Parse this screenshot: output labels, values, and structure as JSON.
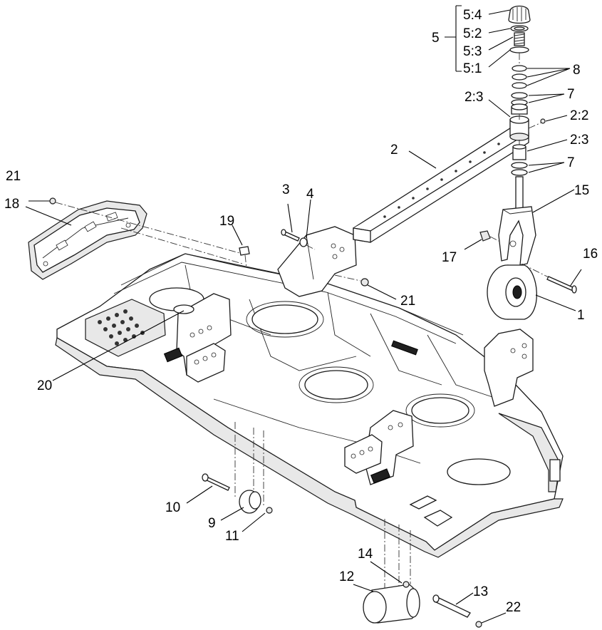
{
  "callouts": {
    "c5_4": "5:4",
    "c5_2": "5:2",
    "c5_3": "5:3",
    "c5_1": "5:1",
    "c5": "5",
    "c8": "8",
    "c7a": "7",
    "c2_3a": "2:3",
    "c2_2": "2:2",
    "c2_3b": "2:3",
    "c7b": "7",
    "c2": "2",
    "c15": "15",
    "c3": "3",
    "c4": "4",
    "c21a": "21",
    "c18": "18",
    "c19": "19",
    "c17": "17",
    "c16": "16",
    "c21b": "21",
    "c1": "1",
    "c20": "20",
    "c10": "10",
    "c9": "9",
    "c11": "11",
    "c14": "14",
    "c12": "12",
    "c13": "13",
    "c22": "22"
  }
}
